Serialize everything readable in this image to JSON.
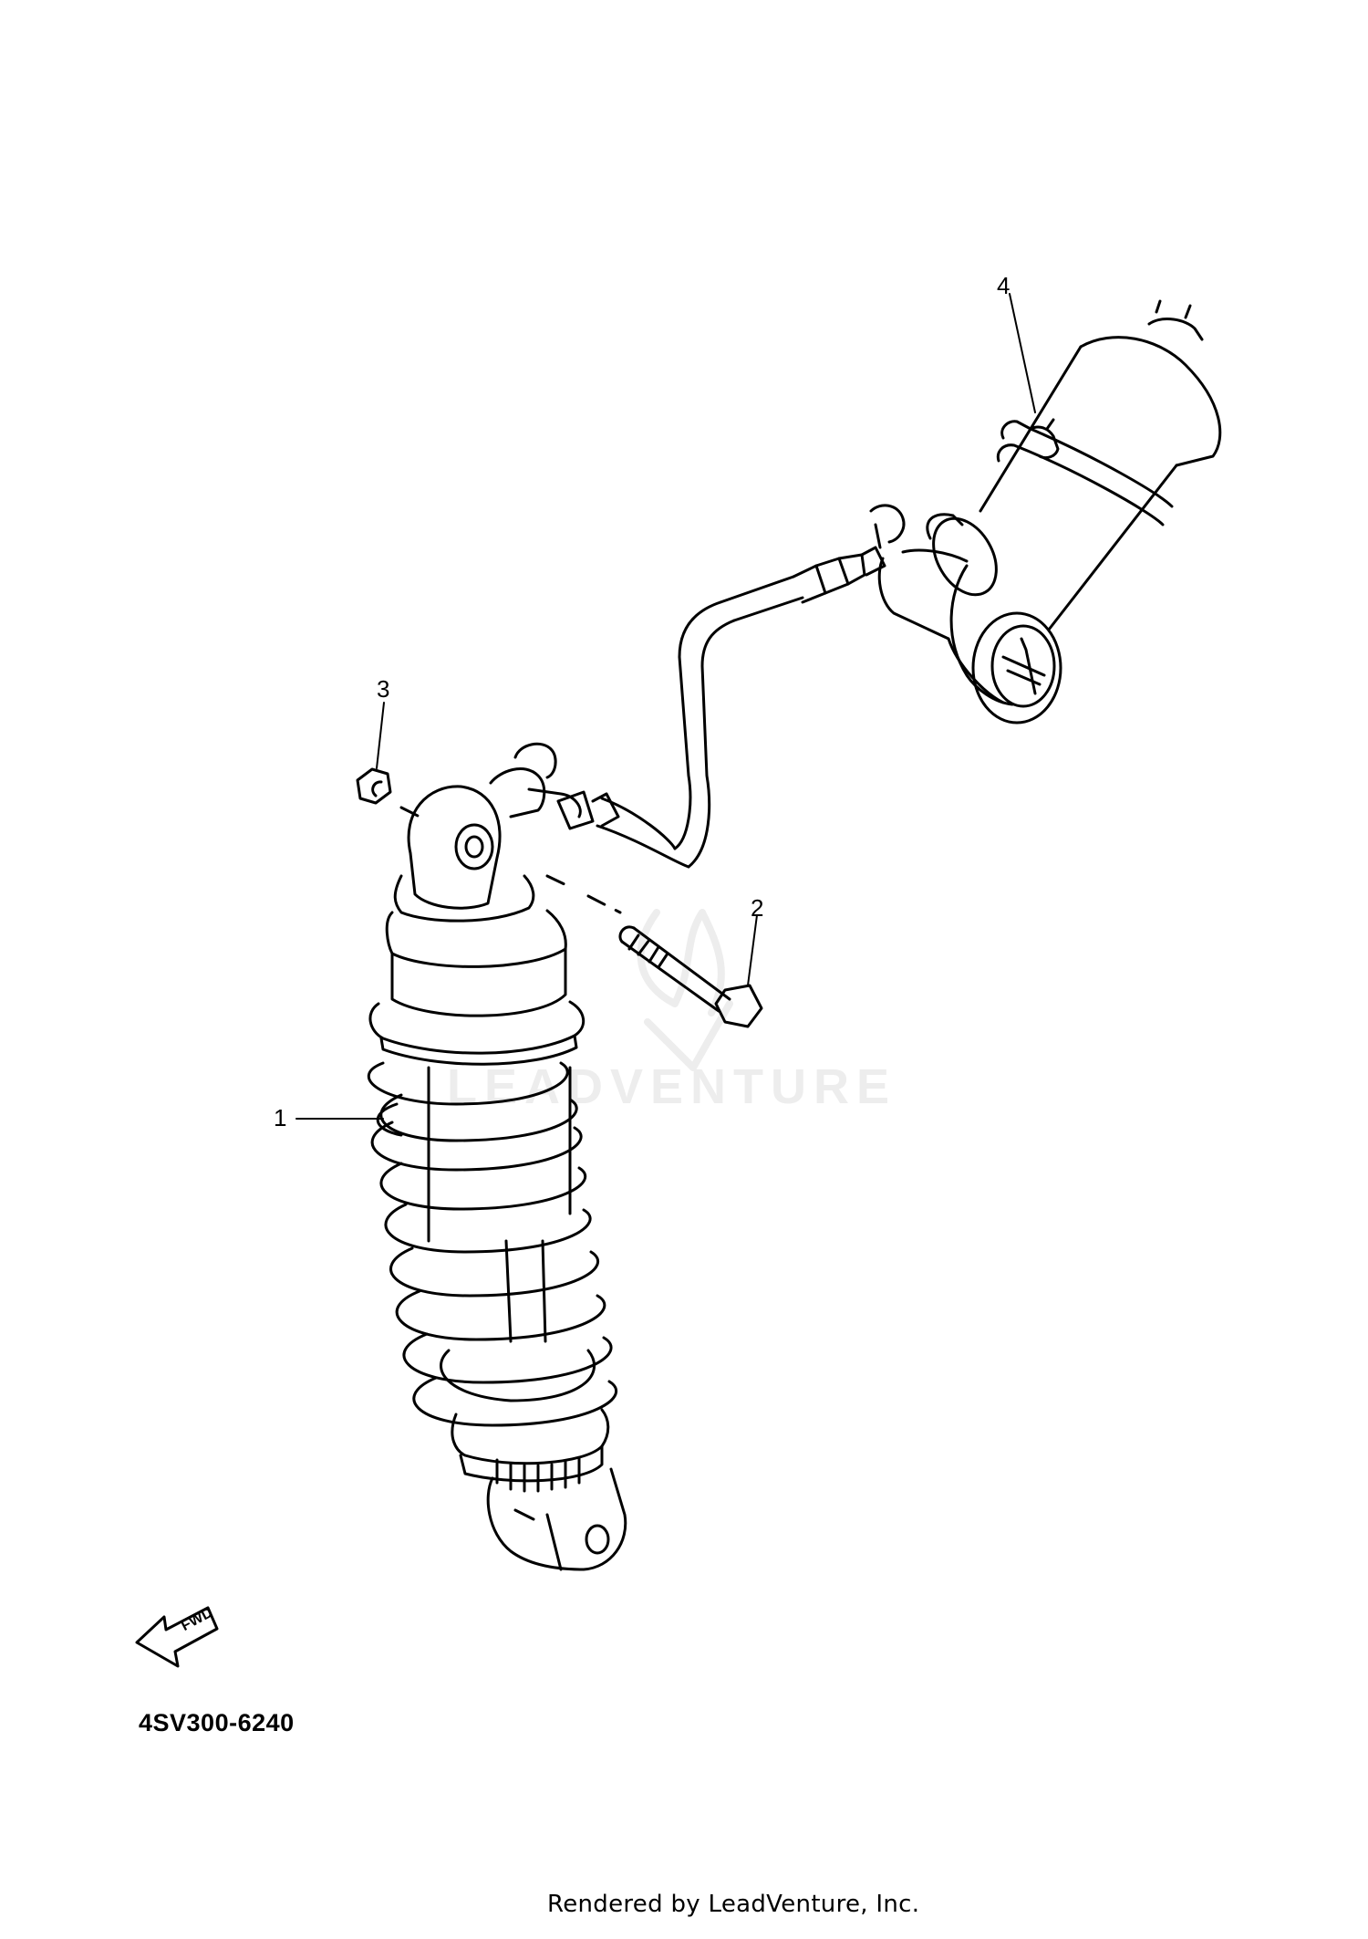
{
  "diagram": {
    "code": "4SV300-6240",
    "footer": "Rendered by LeadVenture, Inc.",
    "watermark": "LEADVENTURE",
    "fwd_label": "FWD",
    "callouts": [
      "1",
      "2",
      "3",
      "4"
    ]
  },
  "colors": {
    "ink": "#000000",
    "watermark": "#ededed",
    "background": "#ffffff"
  }
}
